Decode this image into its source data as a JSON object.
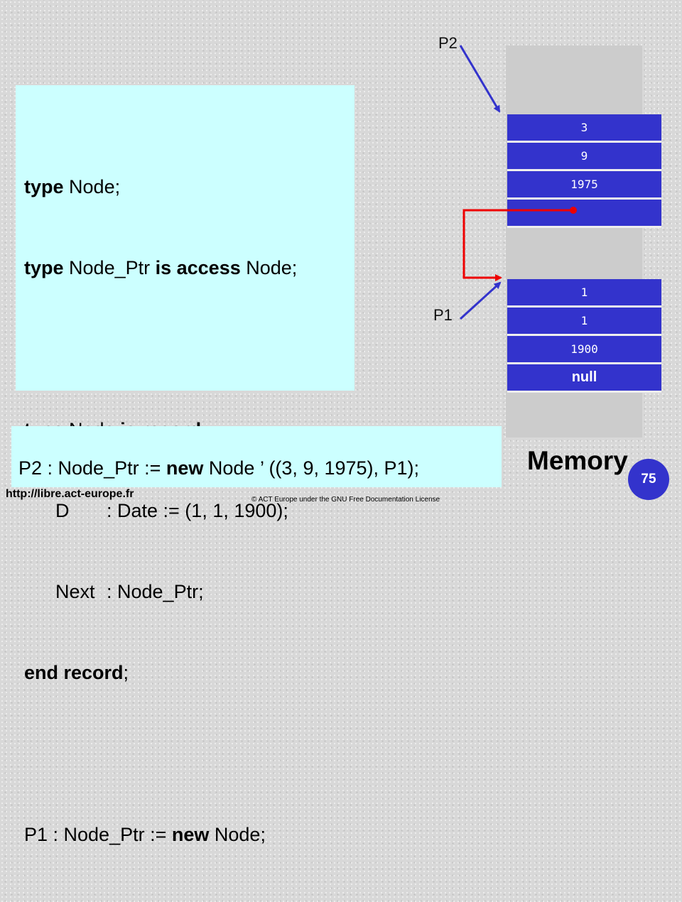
{
  "code": {
    "line1": {
      "kw": "type",
      "rest": " Node;"
    },
    "line2": {
      "kw1": "type",
      "mid": " Node_Ptr ",
      "kw2": "is access",
      "rest": " Node;"
    },
    "line3": {
      "kw1": "type",
      "mid": " Node ",
      "kw2": "is record"
    },
    "line4": {
      "name": "D",
      "rest": ": Date := (1, 1, 1900);"
    },
    "line5": {
      "name": "Next",
      "rest": ": Node_Ptr;"
    },
    "line6": {
      "kw": "end record",
      "rest": ";"
    },
    "line7": {
      "pre": "P1 : Node_Ptr := ",
      "kw": "new",
      "rest": " Node;"
    }
  },
  "statement": {
    "pre": "P2 : Node_Ptr := ",
    "kw": "new",
    "rest": " Node ’ ((3, 9, 1975), P1);"
  },
  "memory": {
    "title": "Memory",
    "cells": [
      "3",
      "9",
      "1975",
      "",
      "1",
      "1",
      "1900",
      "null"
    ]
  },
  "pointers": {
    "p1": "P1",
    "p2": "P2"
  },
  "footer": {
    "url": "http://libre.act-europe.fr",
    "copyright": "© ACT Europe under the GNU Free Documentation License",
    "page_number": "75"
  },
  "colors": {
    "cell": "#3333cc",
    "code_bg": "#ccffff",
    "arrow_blue": "#3333cc",
    "arrow_red": "#ee0000"
  }
}
